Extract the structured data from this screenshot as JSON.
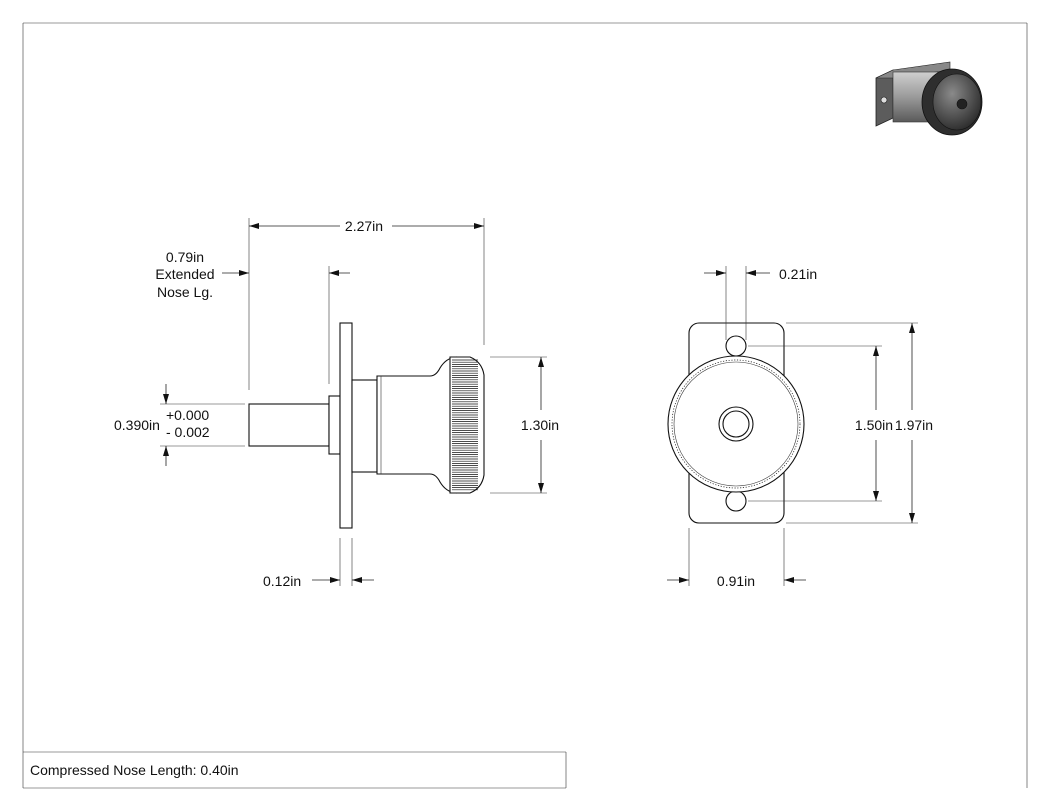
{
  "dimensions": {
    "overall_length": "2.27in",
    "extended_nose_value": "0.79in",
    "extended_nose_line1": "Extended",
    "extended_nose_line2": "Nose Lg.",
    "nose_diameter": "0.390in",
    "tol_plus": "+0.000",
    "tol_minus": "- 0.002",
    "knob_diameter": "1.30in",
    "flange_thickness": "0.12in",
    "hole_diameter": "0.21in",
    "hole_spacing": "1.50in",
    "flange_height": "1.97in",
    "flange_width": "0.91in"
  },
  "note": "Compressed Nose Length: 0.40in",
  "colors": {
    "line": "#222222",
    "background": "#ffffff",
    "thumb_body": "#6e6e6e"
  }
}
